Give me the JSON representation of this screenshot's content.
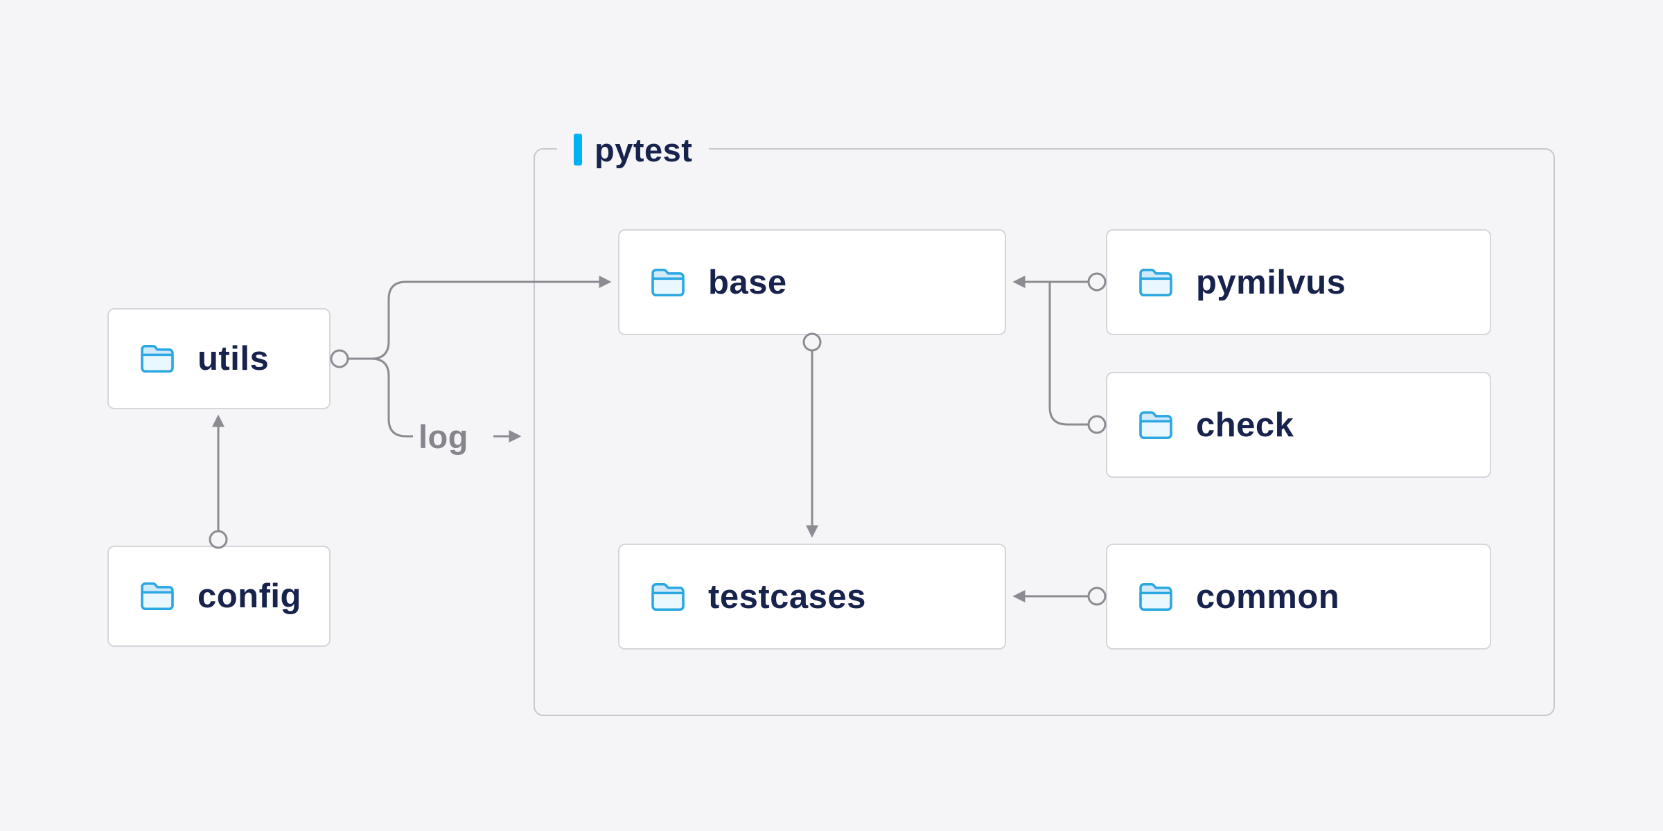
{
  "diagram": {
    "group": {
      "label": "pytest"
    },
    "nodes": {
      "utils": {
        "label": "utils",
        "icon": "folder-icon"
      },
      "config": {
        "label": "config",
        "icon": "folder-icon"
      },
      "base": {
        "label": "base",
        "icon": "folder-icon"
      },
      "pymilvus": {
        "label": "pymilvus",
        "icon": "folder-icon"
      },
      "check": {
        "label": "check",
        "icon": "folder-icon"
      },
      "testcases": {
        "label": "testcases",
        "icon": "folder-icon"
      },
      "common": {
        "label": "common",
        "icon": "folder-icon"
      }
    },
    "edge_labels": {
      "log": "log"
    },
    "edges": [
      {
        "from": "config",
        "to": "utils"
      },
      {
        "from": "utils",
        "to": "base"
      },
      {
        "from": "utils",
        "to": "pytest-group",
        "label": "log"
      },
      {
        "from": "pymilvus",
        "to": "base"
      },
      {
        "from": "check",
        "to": "base"
      },
      {
        "from": "base",
        "to": "testcases"
      },
      {
        "from": "common",
        "to": "testcases"
      }
    ],
    "colors": {
      "background": "#f5f5f7",
      "accent": "#00b2f2",
      "line": "#8b8b92",
      "text": "#17234d",
      "edge_label_text": "#85858e",
      "node_background": "#ffffff",
      "node_border": "#d6d6db",
      "group_border": "#c7c7cd",
      "folder_fill": "#ddf1fd",
      "folder_stroke": "#2ba7e2"
    }
  }
}
